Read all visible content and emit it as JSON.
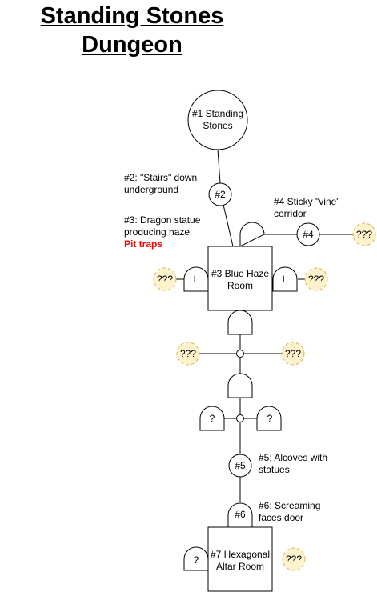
{
  "title": {
    "line1": "Standing Stones",
    "line2": "Dungeon"
  },
  "nodes": {
    "n1": [
      "#1 Standing",
      "Stones"
    ],
    "n2": "#2",
    "n4": "#4",
    "n5": "#5",
    "n6": "#6",
    "room3": [
      "#3 Blue Haze",
      "Room"
    ],
    "room7": [
      "#7 Hexagonal",
      "Altar Room"
    ]
  },
  "unknown": "???",
  "small_unknown": "?",
  "door_L": "L",
  "notes": {
    "n2": [
      "#2: \"Stairs\" down",
      "underground"
    ],
    "n3": [
      "#3: Dragon statue",
      "producing haze"
    ],
    "n3_red": "Pit traps",
    "n4": [
      "#4 Sticky \"vine\"",
      "corridor"
    ],
    "n5": [
      "#5: Alcoves with",
      "statues"
    ],
    "n6": [
      "#6: Screaming",
      "faces door"
    ]
  },
  "colors": {
    "line": "#000000",
    "unknown_fill": "#fff2cc",
    "unknown_stroke": "#d6b656",
    "warning_text": "#ff0000"
  }
}
